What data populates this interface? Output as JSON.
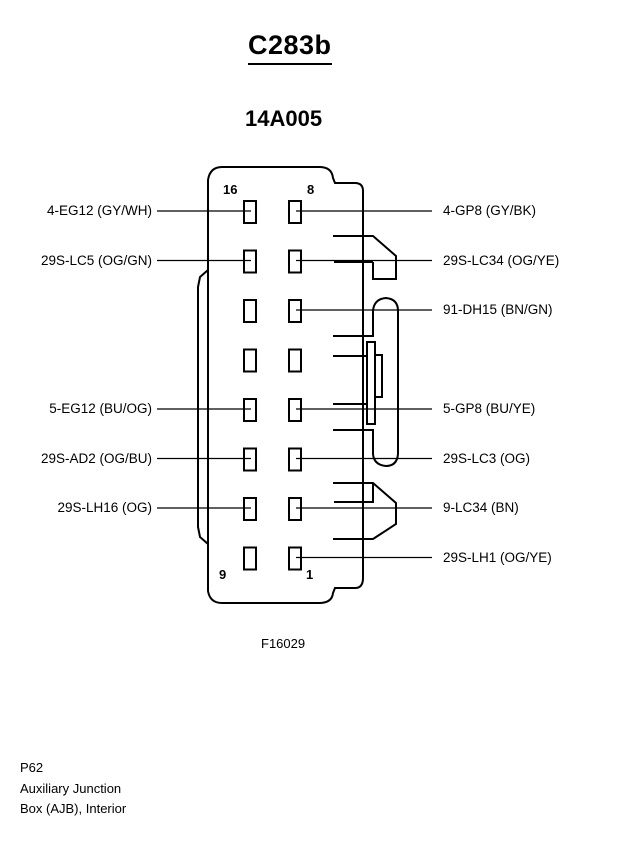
{
  "title": "C283b",
  "part_number": "14A005",
  "figure_id": "F16029",
  "pin_numbers": {
    "top_left": "16",
    "top_right": "8",
    "bottom_left": "9",
    "bottom_right": "1"
  },
  "left_wires": [
    {
      "row": 0,
      "label": "4-EG12 (GY/WH)"
    },
    {
      "row": 1,
      "label": "29S-LC5 (OG/GN)"
    },
    {
      "row": 4,
      "label": "5-EG12 (BU/OG)"
    },
    {
      "row": 5,
      "label": "29S-AD2 (OG/BU)"
    },
    {
      "row": 6,
      "label": "29S-LH16 (OG)"
    }
  ],
  "right_wires": [
    {
      "row": 0,
      "label": "4-GP8 (GY/BK)"
    },
    {
      "row": 1,
      "label": "29S-LC34 (OG/YE)"
    },
    {
      "row": 2,
      "label": "91-DH15 (BN/GN)"
    },
    {
      "row": 4,
      "label": "5-GP8 (BU/YE)"
    },
    {
      "row": 5,
      "label": "29S-LC3 (OG)"
    },
    {
      "row": 6,
      "label": "9-LC34 (BN)"
    },
    {
      "row": 7,
      "label": "29S-LH1 (OG/YE)"
    }
  ],
  "notes": {
    "code": "P62",
    "line1": "Auxiliary Junction",
    "line2": "Box (AJB), Interior"
  }
}
